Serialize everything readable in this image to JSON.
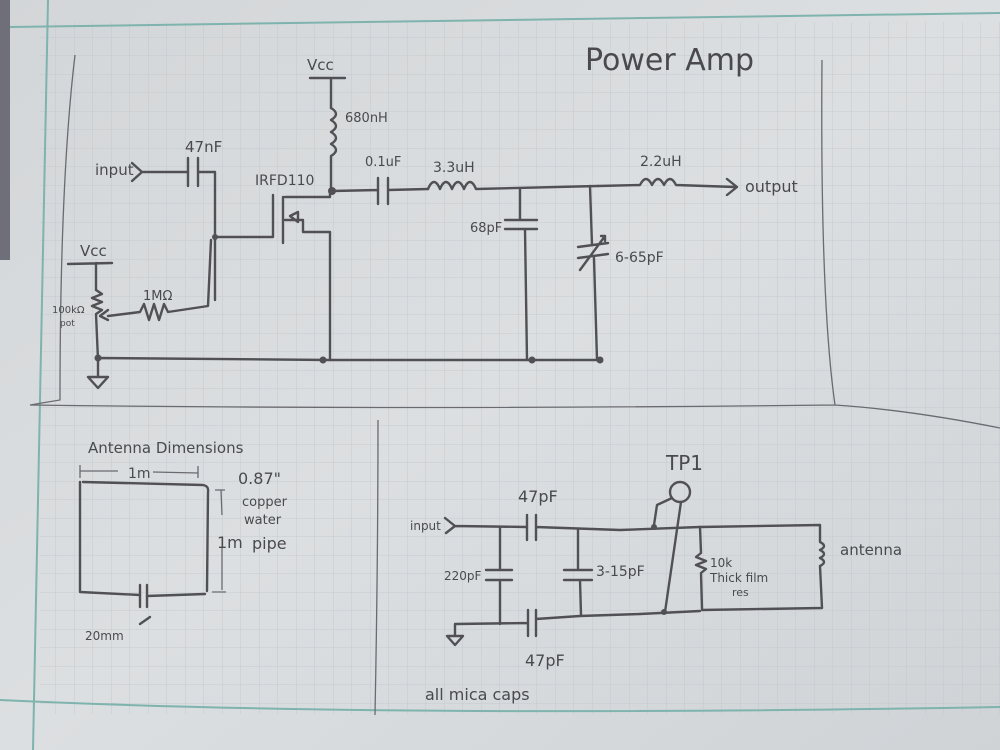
{
  "page": {
    "medium": "graph paper pencil sketch",
    "colors": {
      "paper": "#d9dcde",
      "grid": "#bfc6cc",
      "margin_line": "#7fb3ad",
      "pencil": "#505055"
    }
  },
  "power_amp": {
    "title": "Power Amp",
    "input_label": "input",
    "output_label": "output",
    "supply_top": "Vcc",
    "supply_left": "Vcc",
    "components": {
      "input_cap": "47nF",
      "transistor": "IRFD110",
      "choke": "680nH",
      "coupling_cap": "0.1uF",
      "inductor_1": "3.3uH",
      "shunt_cap": "68pF",
      "trimmer_cap": "6-65pF",
      "inductor_2": "2.2uH",
      "bias_resistor": "1MΩ",
      "pot_value": "100kΩ",
      "pot_label": "pot"
    }
  },
  "antenna_dimensions": {
    "title": "Antenna Dimensions",
    "width": "1m",
    "height": "1m",
    "pipe_size": "0.87\"",
    "pipe_lines": [
      "copper",
      "water",
      "pipe"
    ],
    "gap": "20mm"
  },
  "matching_network": {
    "input_label": "input",
    "test_point": "TP1",
    "series_cap_top": "47pF",
    "shunt_cap_left": "220pF",
    "trimmer_cap": "3-15pF",
    "series_cap_bottom": "47pF",
    "resistor_lines": [
      "10k",
      "Thick film",
      "res"
    ],
    "antenna_label": "antenna",
    "note": "all mica caps"
  }
}
